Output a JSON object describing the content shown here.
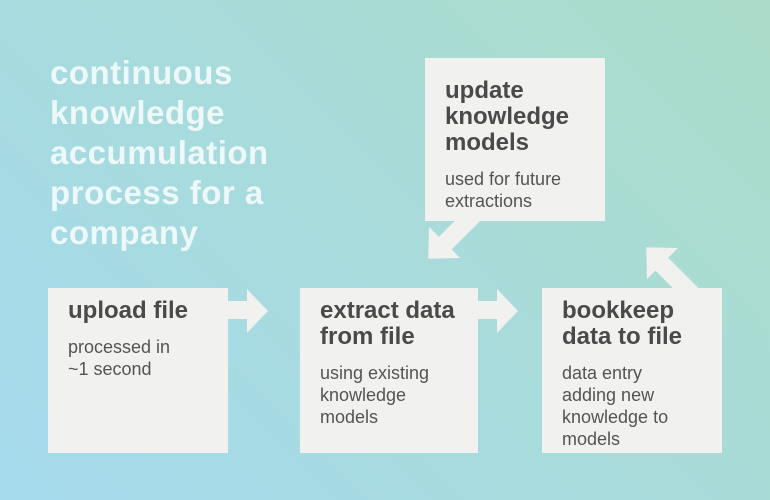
{
  "colors": {
    "gradient-start": "#a5daed",
    "gradient-end": "#abdcc9",
    "box-bg": "#f1f1ef",
    "arrow-fill": "#f1f1ef",
    "title-text": "#4a4a4a",
    "subtitle-text": "#545454",
    "heading-text": "rgba(255,255,255,0.8)"
  },
  "heading": {
    "lines": [
      "continuous",
      "knowledge",
      "accumulation",
      "process for a",
      "company"
    ]
  },
  "nodes": {
    "update": {
      "title_lines": [
        "update",
        "knowledge",
        "models"
      ],
      "subtitle_lines": [
        "used for future",
        "extractions"
      ]
    },
    "upload": {
      "title_lines": [
        "upload file"
      ],
      "subtitle_lines": [
        "processed in",
        "~1 second"
      ]
    },
    "extract": {
      "title_lines": [
        "extract data",
        "from file"
      ],
      "subtitle_lines": [
        "using existing",
        "knowledge",
        "models"
      ]
    },
    "bookkeep": {
      "title_lines": [
        "bookkeep",
        "data to file"
      ],
      "subtitle_lines": [
        "data entry",
        "adding new",
        "knowledge to",
        "models"
      ]
    }
  }
}
